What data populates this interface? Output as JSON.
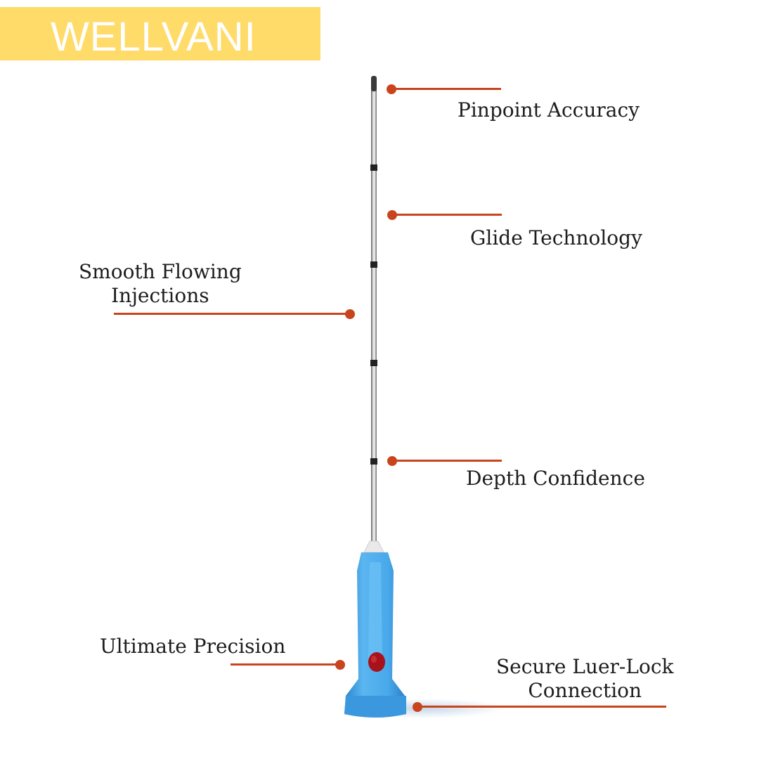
{
  "brand": {
    "name": "WELLVANI"
  },
  "colors": {
    "banner": "#ffdb6a",
    "leader": "#c9441c",
    "hub": "#3fa3e6",
    "hub_dark": "#2a86cf",
    "window": "#a8121a"
  },
  "product": {
    "name": "blunt-tip-cannula"
  },
  "features": {
    "pinpoint": "Pinpoint Accuracy",
    "glide": "Glide Technology",
    "smooth": [
      "Smooth Flowing",
      "Injections"
    ],
    "depth": "Depth Confidence",
    "precision": "Ultimate Precision",
    "luer": [
      "Secure Luer-Lock",
      "Connection"
    ]
  }
}
